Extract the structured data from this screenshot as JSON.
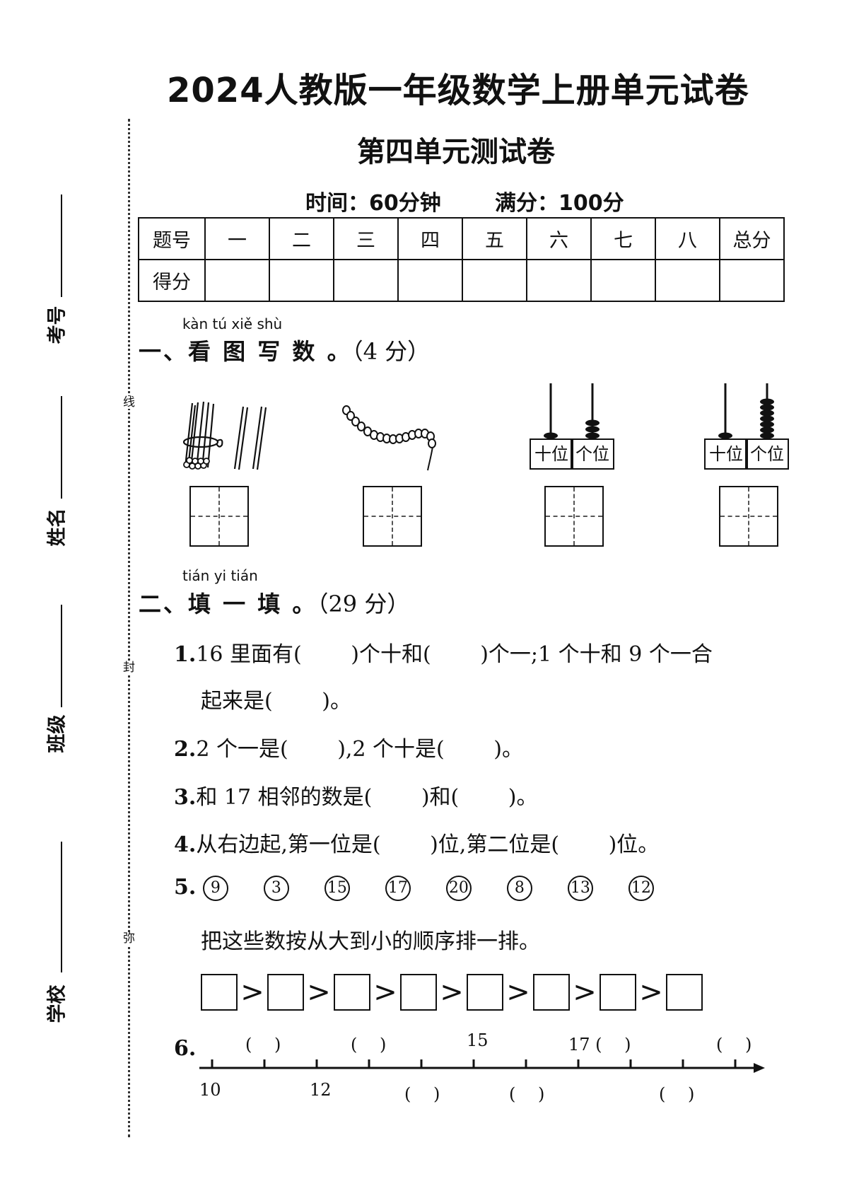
{
  "title": "2024人教版一年级数学上册单元试卷",
  "subtitle": "第四单元测试卷",
  "time_info": "时间：60分钟",
  "score_info": "满分：100分",
  "binding": {
    "fields": [
      "考号",
      "姓名",
      "班级",
      "学校"
    ],
    "cut_words": [
      "线",
      "封",
      "弥"
    ]
  },
  "score_table": {
    "header": [
      "题号",
      "一",
      "二",
      "三",
      "四",
      "五",
      "六",
      "七",
      "八",
      "总分"
    ],
    "row_label": "得分"
  },
  "section1": {
    "pinyin": "kàn  tú  xiě  shù",
    "heading": "一、看 图 写 数 。",
    "points": "（4 分）",
    "abacus_labels": [
      "十位",
      "个位"
    ]
  },
  "section2": {
    "pinyin": "tián  yi  tián",
    "heading": "二、填 一 填 。",
    "points": "（29 分）",
    "q1_num": "1.",
    "q1_line1": "16 里面有(　　 )个十和(　　 )个一;1 个十和 9 个一合",
    "q1_line2": "起来是(　　 )。",
    "q2_num": "2.",
    "q2": "2 个一是(　　 ),2 个十是(　　 )。",
    "q3_num": "3.",
    "q3": "和 17 相邻的数是(　　 )和(　　 )。",
    "q4_num": "4.",
    "q4": "从右边起,第一位是(　　 )位,第二位是(　　 )位。",
    "q5_num": "5.",
    "q5_numbers": [
      "9",
      "3",
      "15",
      "17",
      "20",
      "8",
      "13",
      "12"
    ],
    "q5_instruction": "把这些数按从大到小的顺序排一排。",
    "q5_gt": ">",
    "q6_num": "6.",
    "q6_top_labels": [
      "(　 )",
      "(　 )",
      "15",
      "17 (　 )",
      "(　 )"
    ],
    "q6_bottom_labels": [
      "10",
      "12",
      "(　 )",
      "(　 )",
      "(　 )"
    ]
  }
}
